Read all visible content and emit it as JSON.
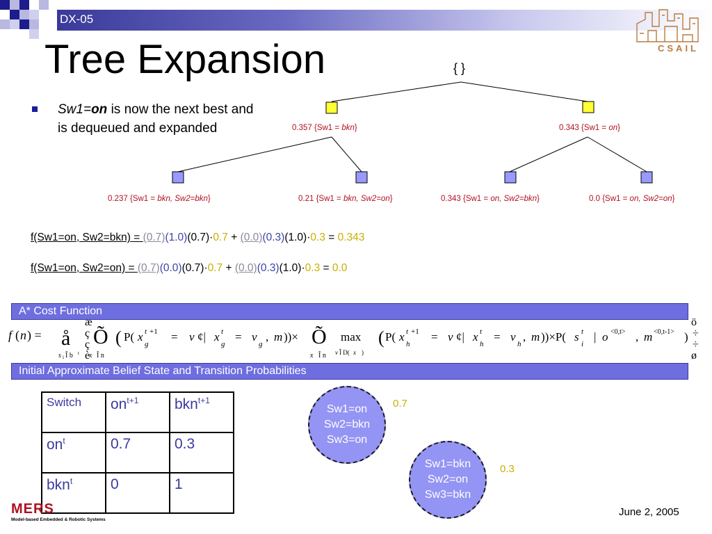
{
  "header": {
    "deck_code": "DX-05",
    "title": "Tree Expansion",
    "logo_text": "CSAIL"
  },
  "bullet": {
    "sw1": "Sw1",
    "eq": "=",
    "on": "on",
    "rest": " is now the next best and is dequeued and expanded"
  },
  "tree": {
    "root": "{ }",
    "level1": [
      {
        "score": "0.357",
        "prefix": "{Sw1 ",
        "eq": "= ",
        "assign": "bkn",
        "suffix": "}"
      },
      {
        "score": "0.343",
        "prefix": "{Sw1 ",
        "eq": "= ",
        "assign": "on",
        "suffix": "}"
      }
    ],
    "level2": [
      {
        "score": "0.237",
        "prefix": "{Sw1 ",
        "eq": "= ",
        "assign": "bkn, Sw2=bkn",
        "suffix": "}"
      },
      {
        "score": "0.21",
        "prefix": "{Sw1 ",
        "eq": "= ",
        "assign": "bkn, Sw2=on",
        "suffix": "}"
      },
      {
        "score": "0.343",
        "prefix": "{Sw1 ",
        "eq": "= ",
        "assign": "on, Sw2=bkn",
        "suffix": "}"
      },
      {
        "score": "0.0",
        "prefix": "{Sw1 ",
        "eq": "= ",
        "assign": "on, Sw2=on",
        "suffix": "}"
      }
    ],
    "colors": {
      "level1_fill": "#ffff33",
      "level2_fill": "#9999ff",
      "label": "#b01020"
    }
  },
  "formulas": [
    {
      "lhs": "f(Sw1=on, Sw2=bkn)",
      "eq": " = ",
      "a": "(0.7)",
      "b": "(1.0)",
      "c": "(0.7)·",
      "d": "0.7",
      "plus": " + ",
      "e": "(0.0)",
      "f": "(0.3)",
      "g": "(1.0)·",
      "h": "0.3",
      "eq2": " = ",
      "result": "0.343"
    },
    {
      "lhs": "f(Sw1=on, Sw2=on)",
      "eq": " = ",
      "a": "(0.7)",
      "b": "(0.0)",
      "c": "(0.7)·",
      "d": "0.7",
      "plus": " + ",
      "e": "(0.0)",
      "f": "(0.3)",
      "g": "(1.0)·",
      "h": "0.3",
      "eq2": " = ",
      "result": "0.0"
    }
  ],
  "sections": {
    "cost_function": "A* Cost Function",
    "initial_belief": "Initial Approximate Belief State and Transition Probabilities"
  },
  "transition_table": {
    "header": [
      "Switch",
      "on",
      "bkn"
    ],
    "header_sup": [
      "",
      "t+1",
      "t+1"
    ],
    "rows": [
      {
        "label": "on",
        "sup": "t",
        "values": [
          "0.7",
          "0.3"
        ]
      },
      {
        "label": "bkn",
        "sup": "t",
        "values": [
          "0",
          "1"
        ]
      }
    ]
  },
  "belief_states": [
    {
      "lines": [
        "Sw1=on",
        "Sw2=bkn",
        "Sw3=on"
      ],
      "prob": "0.7"
    },
    {
      "lines": [
        "Sw1=bkn",
        "Sw2=on",
        "Sw3=bkn"
      ],
      "prob": "0.3"
    }
  ],
  "footer": {
    "date": "June 2, 2005",
    "mers_logo": "MERS",
    "mers_tagline": "Model-based Embedded & Robotic Systems"
  }
}
